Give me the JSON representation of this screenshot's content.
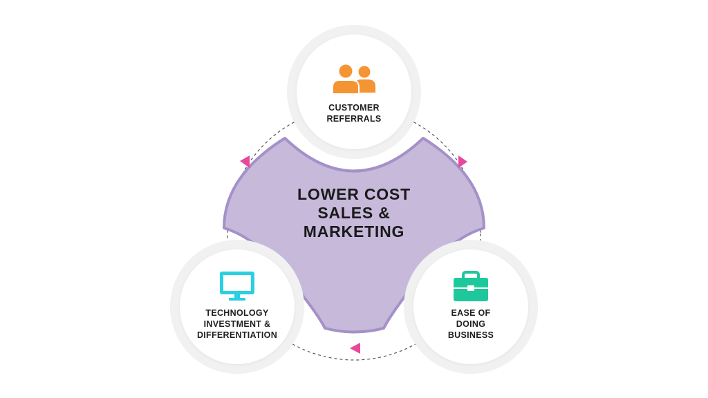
{
  "center": {
    "lines": [
      "LOWER COST",
      "SALES &",
      "MARKETING"
    ],
    "fill": "#c6b9da",
    "stroke": "#a491c8"
  },
  "nodes": [
    {
      "id": "customer-referrals",
      "lines": [
        "CUSTOMER",
        "REFERRALS"
      ],
      "icon": "users-icon",
      "icon_color": "#f59433"
    },
    {
      "id": "ease-of-doing-business",
      "lines": [
        "EASE OF",
        "DOING",
        "BUSINESS"
      ],
      "icon": "briefcase-icon",
      "icon_color": "#1fc89a"
    },
    {
      "id": "technology-investment",
      "lines": [
        "TECHNOLOGY",
        "INVESTMENT &",
        "DIFFERENTIATION"
      ],
      "icon": "monitor-icon",
      "icon_color": "#2ad0e2"
    }
  ],
  "arrow_color": "#e8479b",
  "connector_color": "#555555"
}
